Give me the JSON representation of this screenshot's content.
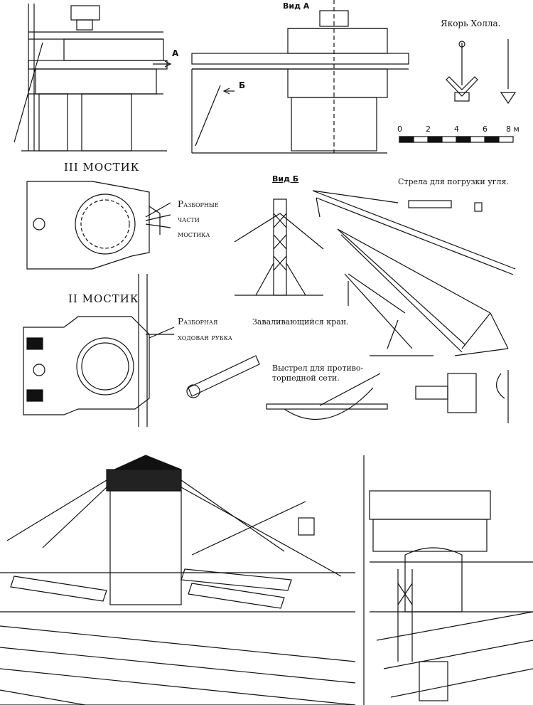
{
  "views": {
    "view_a": "Вид А",
    "view_b": "Вид Б",
    "arrow_a": "А",
    "arrow_b": "Б"
  },
  "anchor": {
    "title": "Якорь Холла."
  },
  "scale": {
    "ticks": [
      "0",
      "2",
      "4",
      "6",
      "8 м"
    ]
  },
  "bridge3": {
    "title": "III МОСТИК",
    "parts": [
      "Разборные",
      "части",
      "мостика"
    ]
  },
  "bridge2": {
    "title": "II МОСТИК",
    "parts": [
      "Разборная",
      "ходовая рубка"
    ]
  },
  "coal_boom": {
    "title": "Стрела для погрузки угля."
  },
  "crane": {
    "title": "Заваливающийся кран."
  },
  "net_boom": {
    "line1": "Выстрел для противо-",
    "line2": "торпедной сети."
  }
}
